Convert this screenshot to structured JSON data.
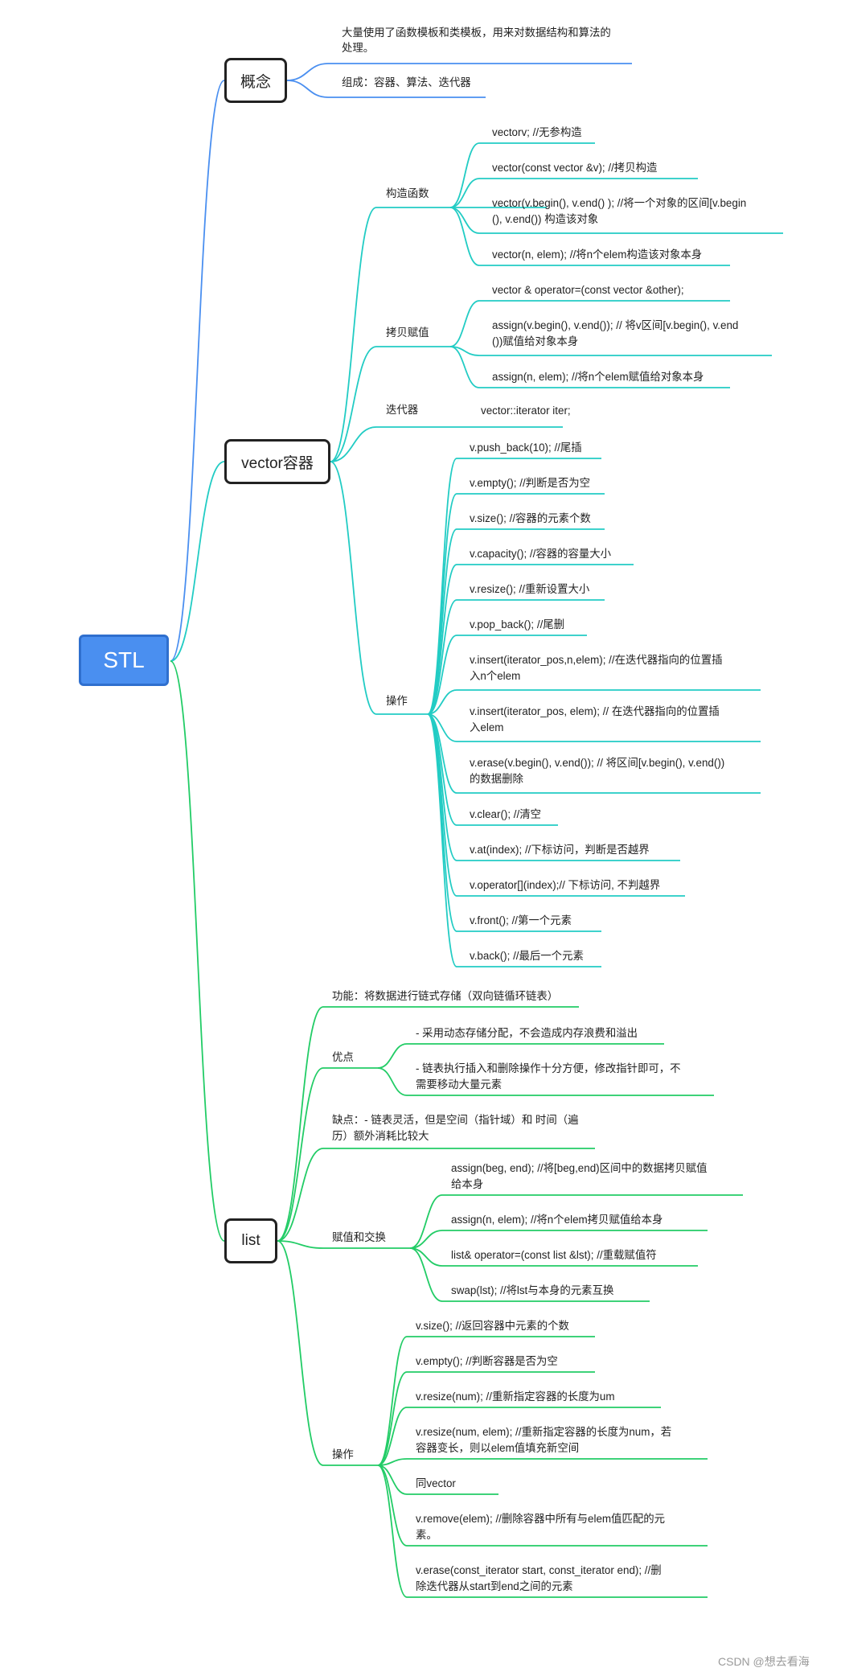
{
  "colors": {
    "concept": "#4a8ff0",
    "vector": "#22ccc4",
    "list": "#22cc66",
    "root_fill": "#4a8ff0",
    "root_border": "#2f6fce"
  },
  "root": "STL",
  "concept": {
    "label": "概念",
    "desc1": "大量使用了函数模板和类模板，用来对数据结构和算法的",
    "desc2": "处理。",
    "parts": "组成：容器、算法、迭代器"
  },
  "vector": {
    "label": "vector容器",
    "ctor": {
      "label": "构造函数",
      "i1": "vectorv; //无参构造",
      "i2": "vector(const vector &v); //拷贝构造",
      "i3a": "vector(v.begin(), v.end() ); //将一个对象的区间[v.begin",
      "i3b": "(), v.end()) 构造该对象",
      "i4": "vector(n, elem); //将n个elem构造该对象本身"
    },
    "assign": {
      "label": "拷贝赋值",
      "i1": "vector & operator=(const vector &other);",
      "i2a": "assign(v.begin(), v.end()); // 将v区间[v.begin(), v.end",
      "i2b": "())赋值给对象本身",
      "i3": "assign(n, elem); //将n个elem赋值给对象本身"
    },
    "iter": {
      "label": "迭代器",
      "value": "vector::iterator iter;"
    },
    "ops": {
      "label": "操作",
      "i1": "v.push_back(10); //尾插",
      "i2": "v.empty(); //判断是否为空",
      "i3": "v.size(); //容器的元素个数",
      "i4": "v.capacity(); //容器的容量大小",
      "i5": "v.resize(); //重新设置大小",
      "i6": "v.pop_back(); //尾删",
      "i7a": "v.insert(iterator_pos,n,elem); //在迭代器指向的位置插",
      "i7b": "入n个elem",
      "i8a": "v.insert(iterator_pos, elem); // 在迭代器指向的位置插",
      "i8b": "入elem",
      "i9a": "v.erase(v.begin(), v.end()); // 将区间[v.begin(), v.end())",
      "i9b": "的数据删除",
      "i10": "v.clear(); //清空",
      "i11": "v.at(index); //下标访问，判断是否越界",
      "i12": "v.operator[](index);// 下标访问, 不判越界",
      "i13": "v.front(); //第一个元素",
      "i14": "v.back(); //最后一个元素"
    }
  },
  "list": {
    "label": "list",
    "func": "功能：将数据进行链式存储（双向链循环链表）",
    "adv": {
      "label": "优点",
      "i1": "- 采用动态存储分配，不会造成内存浪费和溢出",
      "i2a": "- 链表执行插入和删除操作十分方便，修改指针即可，不",
      "i2b": "需要移动大量元素"
    },
    "dis1": "缺点：- 链表灵活，但是空间（指针域）和 时间（遍",
    "dis2": "历）额外消耗比较大",
    "swap": {
      "label": "赋值和交换",
      "i1a": "assign(beg, end); //将[beg,end)区间中的数据拷贝赋值",
      "i1b": "给本身",
      "i2": "assign(n, elem); //将n个elem拷贝赋值给本身",
      "i3": "list& operator=(const list &lst); //重载赋值符",
      "i4": "swap(lst); //将lst与本身的元素互换"
    },
    "ops": {
      "label": "操作",
      "i1": "v.size(); //返回容器中元素的个数",
      "i2": "v.empty(); //判断容器是否为空",
      "i3": "v.resize(num); //重新指定容器的长度为um",
      "i4a": "v.resize(num, elem); //重新指定容器的长度为num，若",
      "i4b": "容器变长，则以elem值填充新空间",
      "i5": "同vector",
      "i6a": "v.remove(elem); //删除容器中所有与elem值匹配的元",
      "i6b": "素。",
      "i7a": "v.erase(const_iterator start, const_iterator end); //删",
      "i7b": "除迭代器从start到end之间的元素"
    }
  },
  "watermark": "CSDN @想去看海"
}
